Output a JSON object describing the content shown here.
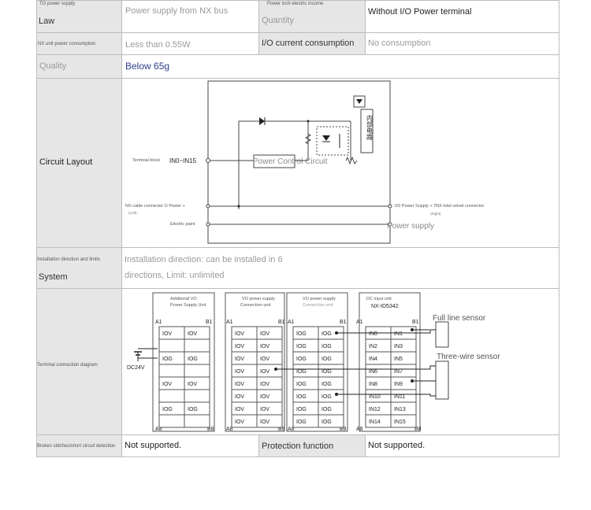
{
  "rows": {
    "law": {
      "label_small": "TO power supply",
      "label": "Law",
      "value": "Power supply from NX bus",
      "label2_small": "Power inch electric income",
      "label2": "Quantity",
      "value2": "Without I/O Power terminal"
    },
    "nx_power": {
      "label": "NX unit power consumption",
      "value": "Less than 0.55W",
      "label2": "I/O current consumption",
      "value2": "No consumption"
    },
    "quality": {
      "label": "Quality",
      "value": "Below 65g"
    },
    "circuit": {
      "label": "Circuit Layout",
      "terminal_block": "Terminal block",
      "in_range": "IN0~IN15",
      "power_control": "Power Control Circuit",
      "internal_circuit": "内部电路",
      "nx_cable": "NX cable connector  O Power +",
      "nx_cable_sub": "(Left)",
      "electric_point": "Electric paint",
      "io_supply": "I/O Power Supply + 7NX total velvet connector",
      "io_supply_sub": "(Right)",
      "power_supply": "Power supply"
    },
    "installation": {
      "label_small": "Installation direction and limits",
      "label": "System",
      "value_line1": "Installation direction: can be installed in 6",
      "value_line2": "directions, Limit: unlimited"
    },
    "terminal": {
      "label": "Terminal connection diagram",
      "unit1_title_1": "Additional VO",
      "unit1_title_2": "Power Supply Unit",
      "unit2_title_1": "VO power supply",
      "unit2_title_2": "Connection unit",
      "unit3_title_1": "VO power supply",
      "unit3_title_2": "Connection unit",
      "unit4_title_1": "DC input unit",
      "unit4_title_2": "NX-ID5342",
      "a1": "A1",
      "b1": "B1",
      "a8": "A8",
      "b8": "B8",
      "a1b": "A1",
      "iov": "IOV",
      "iog": "IOG",
      "dc24v": "DC24V",
      "full_line_sensor": "Full line sensor",
      "three_wire_sensor": "Three-wire sensor",
      "inputs_left": [
        "IN0",
        "IN2",
        "IN4",
        "IN6",
        "IN8",
        "IN10",
        "IN12",
        "IN14"
      ],
      "inputs_right": [
        "IN1",
        "IN3",
        "IN5",
        "IN7",
        "IN9",
        "IN11",
        "IN13",
        "IN15"
      ]
    },
    "protection": {
      "label": "Broken stitches/short circuit detection",
      "value": "Not supported.",
      "label2": "Protection function",
      "value2": "Not supported."
    }
  }
}
